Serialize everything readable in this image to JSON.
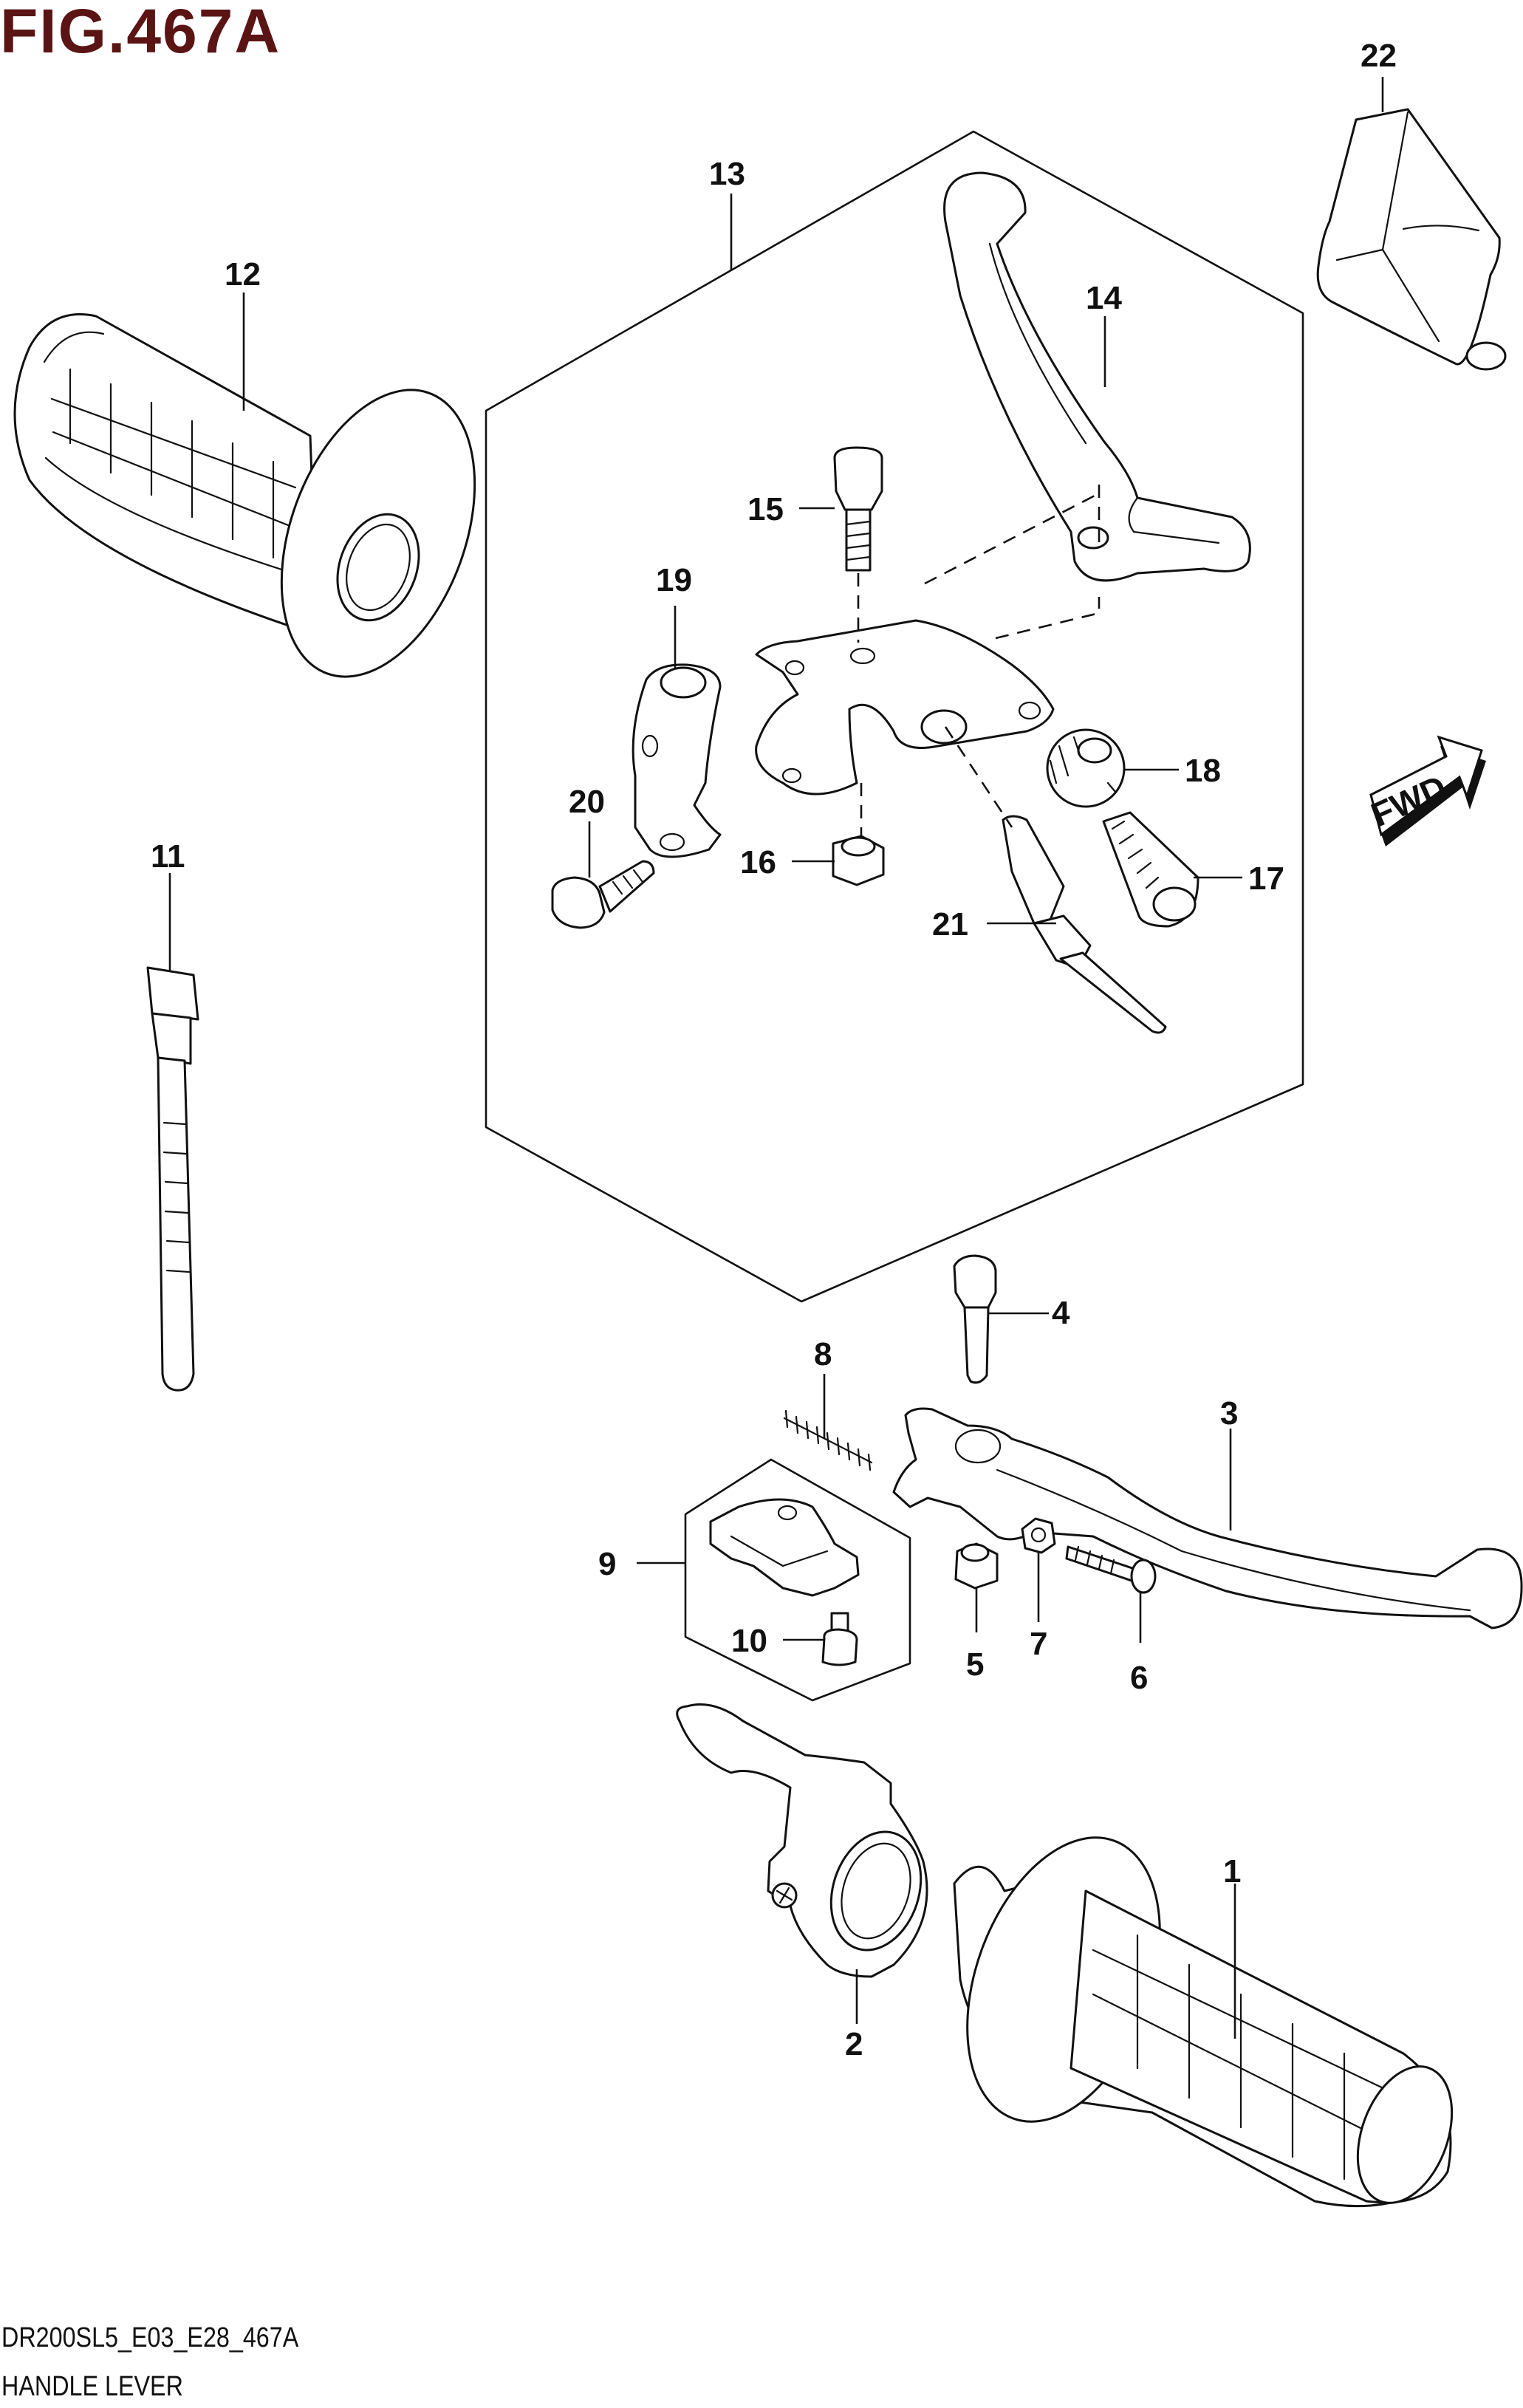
{
  "figure": {
    "title": "FIG.467A",
    "code": "DR200SL5_E03_E28_467A",
    "name": "HANDLE LEVER",
    "fwd_label": "FWD"
  },
  "callouts": [
    "1",
    "2",
    "3",
    "4",
    "5",
    "6",
    "7",
    "8",
    "9",
    "10",
    "11",
    "12",
    "13",
    "14",
    "15",
    "16",
    "17",
    "18",
    "19",
    "20",
    "21",
    "22"
  ]
}
